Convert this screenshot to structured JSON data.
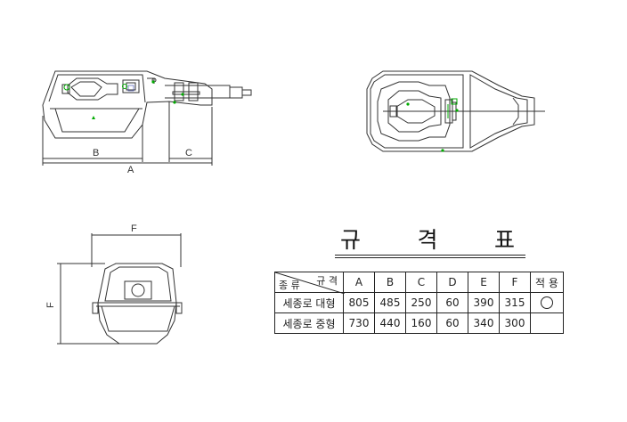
{
  "labels": {
    "top_view": {
      "b": "B",
      "c": "C",
      "a": "A"
    },
    "front_view": {
      "f_top": "F",
      "f_side": "F"
    }
  },
  "title": [
    "규",
    "격",
    "표"
  ],
  "table": {
    "corner_top": "규 격",
    "corner_bottom": "종 류",
    "columns": [
      "A",
      "B",
      "C",
      "D",
      "E",
      "F",
      "적 용"
    ],
    "rows": [
      {
        "name": "세종로 대형",
        "values": [
          "805",
          "485",
          "250",
          "60",
          "390",
          "315"
        ],
        "applies": "circle"
      },
      {
        "name": "세종로 중형",
        "values": [
          "730",
          "440",
          "160",
          "60",
          "340",
          "300"
        ],
        "applies": ""
      }
    ]
  },
  "colors": {
    "line": "#333333",
    "accent": "#00aa00",
    "blue": "#3344aa"
  }
}
